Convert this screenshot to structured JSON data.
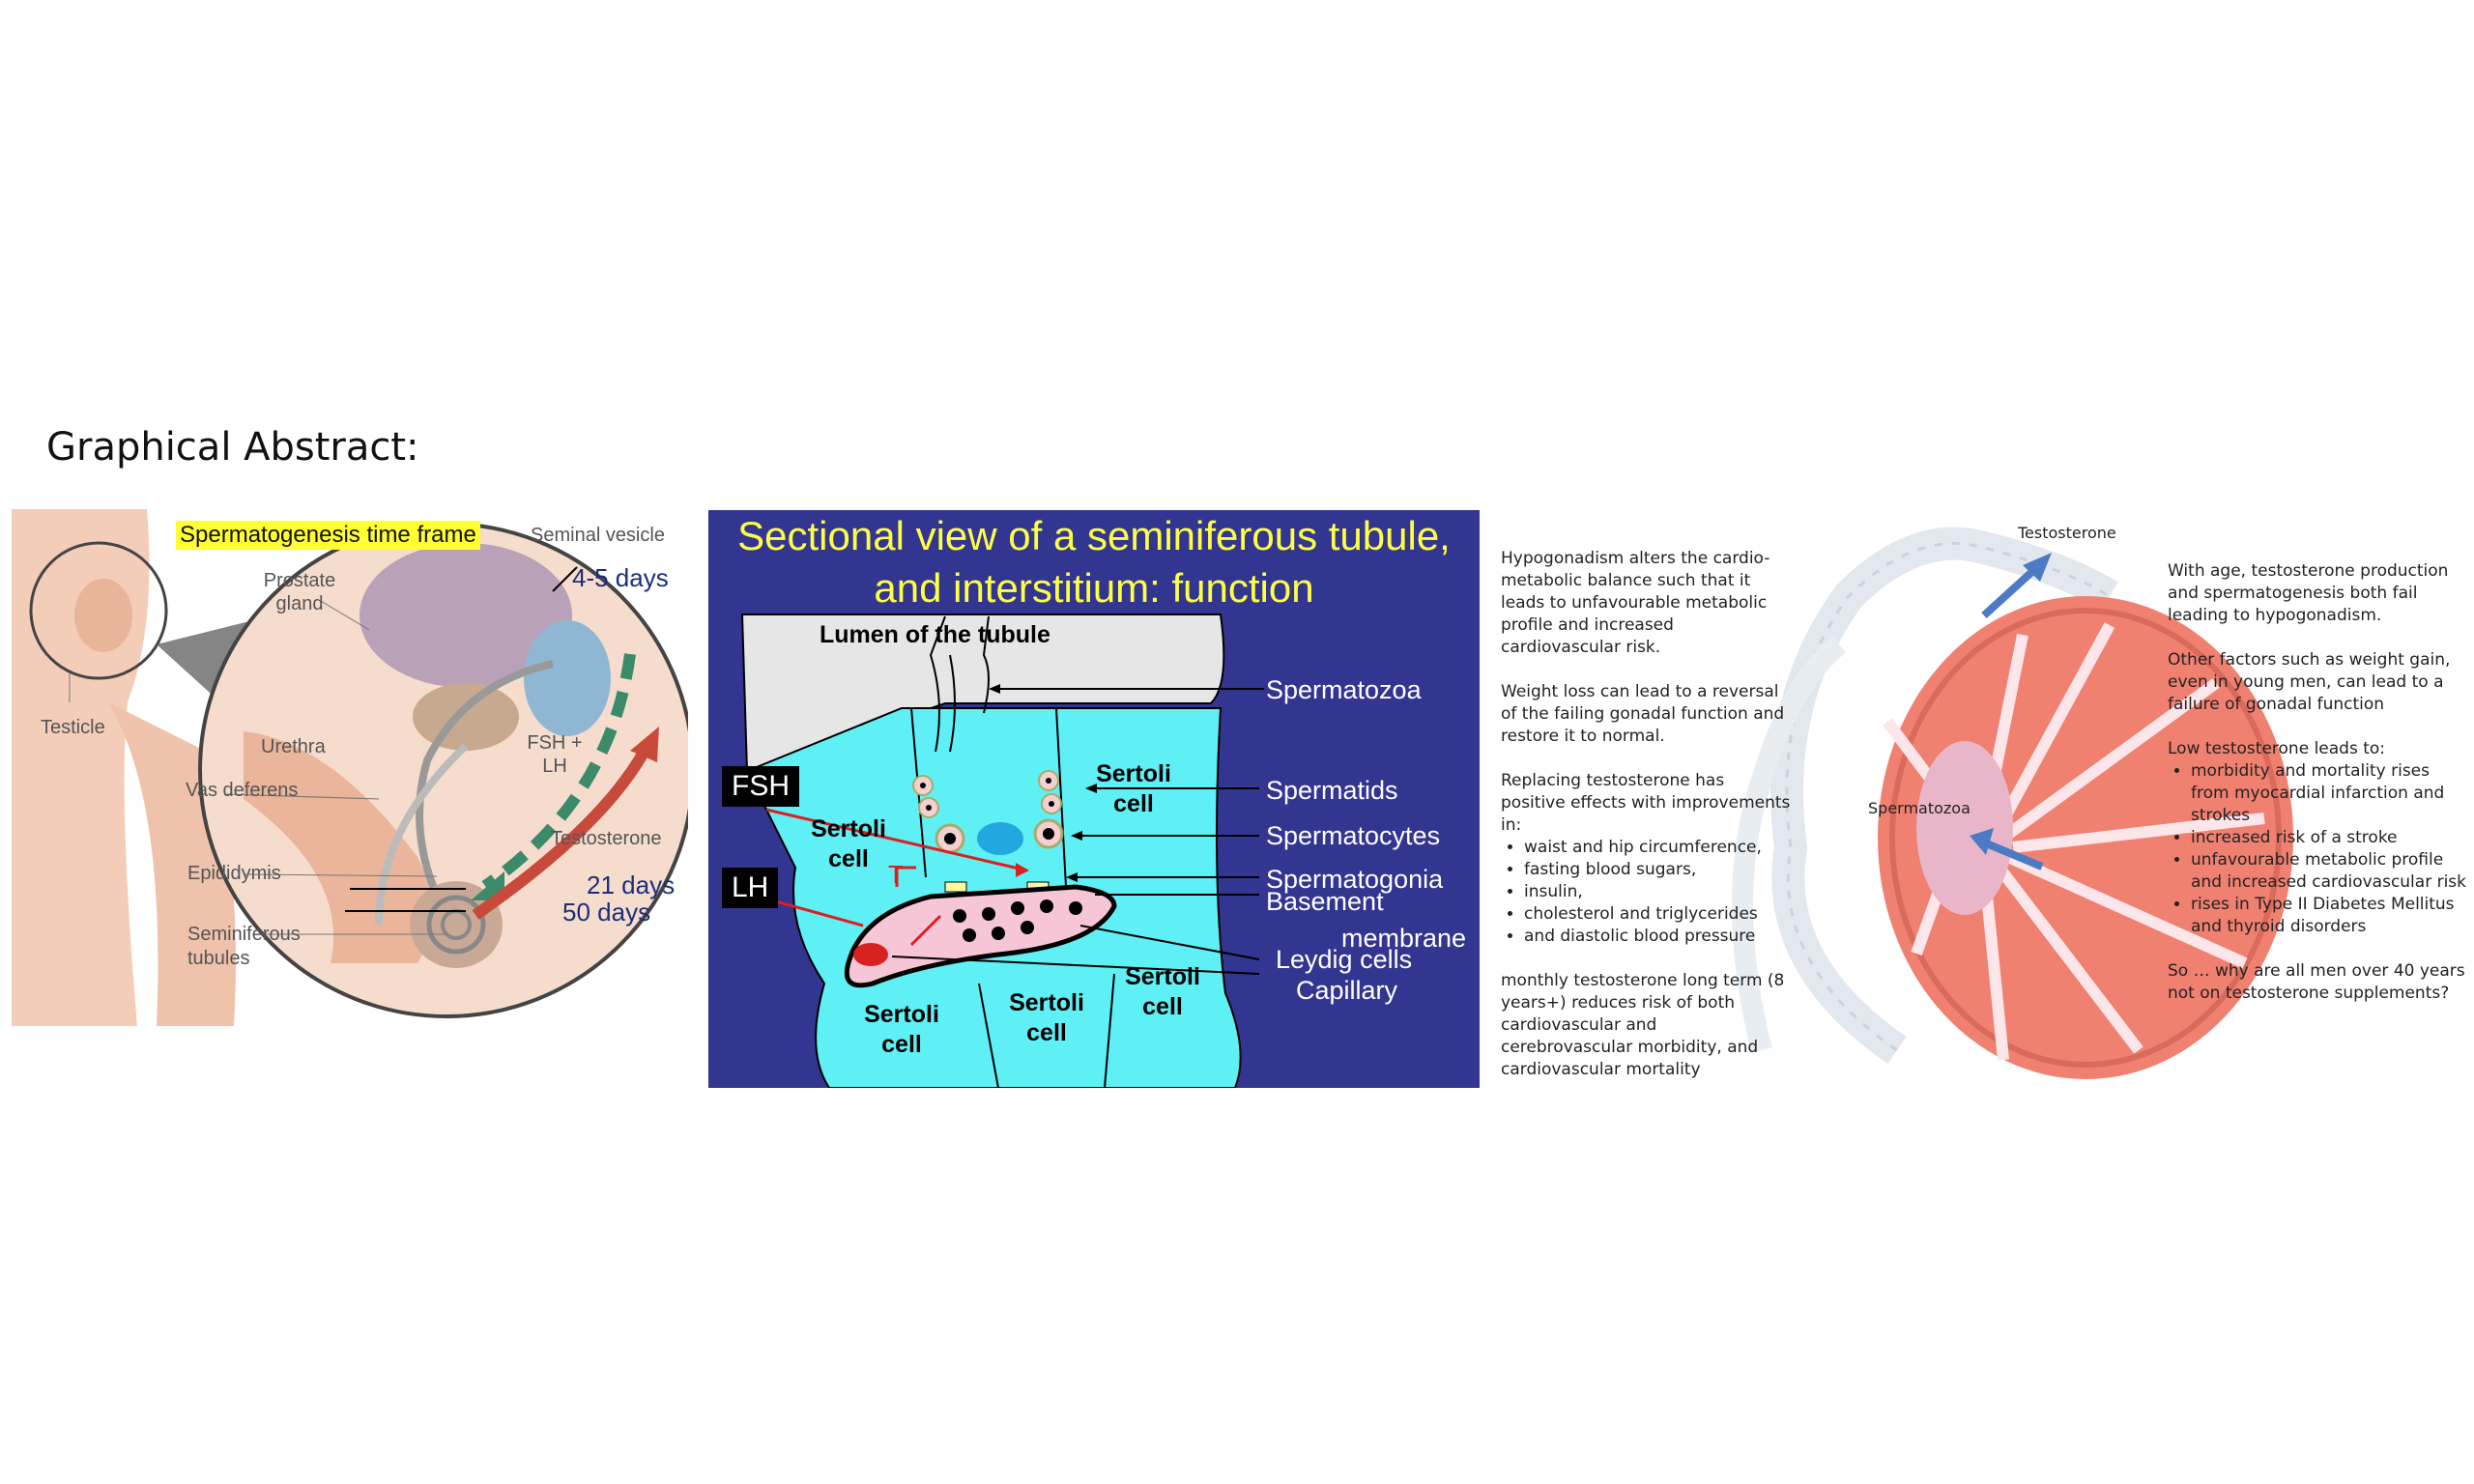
{
  "heading": "Graphical Abstract:",
  "panel1": {
    "highlight": "Spermatogenesis time frame",
    "labels": {
      "seminal_vesicle": "Seminal vesicle",
      "prostate": "Prostate gland",
      "testicle": "Testicle",
      "urethra": "Urethra",
      "vas_deferens": "Vas deferens",
      "epididymis": "Epididymis",
      "seminiferous": "Seminiferous tubules",
      "fsh_lh": "FSH + LH",
      "testosterone": "Testosterone"
    },
    "durations": {
      "d1": "4-5 days",
      "d2": "21 days",
      "d3": "50 days"
    }
  },
  "panel2": {
    "title": "Sectional view of a seminiferous tubule, and interstitium: function",
    "lumen": "Lumen of the tubule",
    "tags": {
      "fsh": "FSH",
      "lh": "LH"
    },
    "t_label": "T",
    "cells": {
      "sertoli": "Sertoli cell"
    },
    "labels": {
      "spermatozoa": "Spermatozoa",
      "spermatids": "Spermatids",
      "spermatocytes": "Spermatocytes",
      "spermatogonia": "Spermatogonia",
      "basement": "Basement",
      "membrane": "membrane",
      "leydig": "Leydig cells",
      "capillary": "Capillary"
    }
  },
  "panel3": {
    "left_text": {
      "p1": "Hypogonadism alters the cardio-metabolic balance such that it leads to unfavourable metabolic profile and increased cardiovascular risk.",
      "p2": "Weight loss can lead to a reversal of the failing gonadal function and restore it to normal.",
      "p3": "Replacing testosterone has positive effects with improvements in:",
      "bullets": [
        "waist and hip circumference,",
        "fasting blood sugars,",
        "insulin,",
        "cholesterol and triglycerides",
        "and diastolic blood pressure"
      ],
      "p4": "monthly testosterone long term (8 years+) reduces risk of both cardiovascular and cerebrovascular morbidity, and cardiovascular mortality"
    },
    "labels": {
      "testosterone": "Testosterone",
      "spermatozoa": "Spermatozoa"
    },
    "right_text": {
      "p1": "With age, testosterone production and spermatogenesis both fail leading to hypogonadism.",
      "p2": "Other factors such as weight gain, even in young men, can lead to a failure of gonadal function",
      "p3": "Low testosterone leads to:",
      "bullets": [
        "morbidity and mortality rises from myocardial infarction and strokes",
        "increased risk of a stroke",
        "unfavourable metabolic profile and increased cardiovascular risk",
        "rises in Type II Diabetes Mellitus and thyroid disorders"
      ],
      "p4": "So … why are all men over 40 years not on testosterone supplements?"
    }
  },
  "colors": {
    "panel2_bg": "#323690",
    "tubule": "#5ff0f5",
    "title_yellow": "#ffff44",
    "highlight": "#ffff33",
    "testis": "#f08070"
  }
}
